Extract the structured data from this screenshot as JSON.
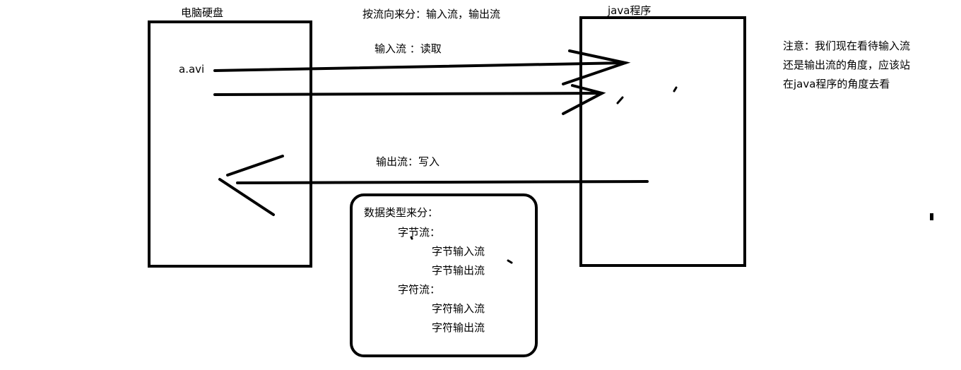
{
  "diagram": {
    "disk_box_label": "电脑硬盘",
    "file_label": "a.avi",
    "java_box_label": "java程序",
    "direction_title": "按流向来分：输入流，输出流",
    "input_stream_label": "输入流 ：读取",
    "output_stream_label": "输出流：写入",
    "note_lines": [
      "注意：我们现在看待输入流",
      "还是输出流的角度，应该站",
      "在java程序的角度去看"
    ],
    "data_type_box": {
      "title": "数据类型来分：",
      "byte_stream": "字节流：",
      "byte_input": "字节输入流",
      "byte_output": "字节输出流",
      "char_stream": "字符流：",
      "char_input": "字符输入流",
      "char_output": "字符输出流"
    },
    "stroke_color": "#000000"
  }
}
